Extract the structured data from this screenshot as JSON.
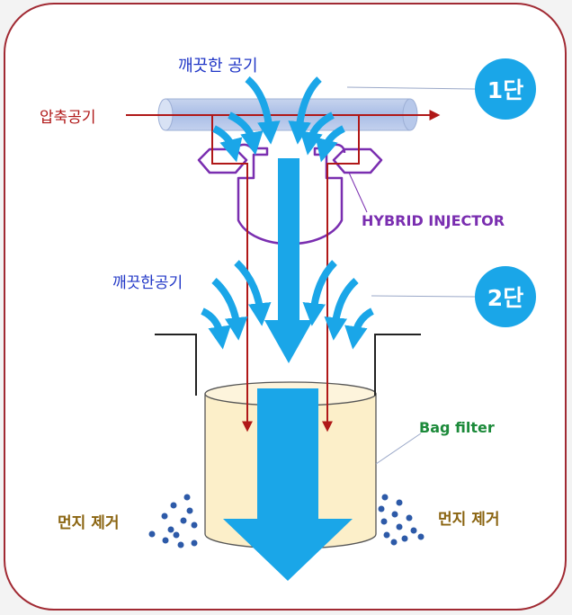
{
  "labels": {
    "clean_air_top": "깨끗한 공기",
    "compressed_air": "압축공기",
    "hybrid_injector": "HYBRID INJECTOR",
    "clean_air_mid": "깨끗한공기",
    "bag_filter": "Bag filter",
    "dust_left": "먼지 제거",
    "dust_right": "먼지 제거"
  },
  "stages": {
    "stage1": "1단",
    "stage2": "2단"
  },
  "colors": {
    "frame": "#a12a33",
    "air_arrow": "#1aa6e8",
    "compressed_line": "#b01818",
    "injector": "#7a2eb0",
    "filter_body": "#fcefc9",
    "dust": "#2d5aa8"
  }
}
